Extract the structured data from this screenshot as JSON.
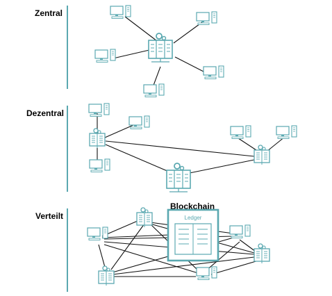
{
  "sections": {
    "central": "Zentral",
    "decentral": "Dezentral",
    "distributed": "Verteilt"
  },
  "blockchain": {
    "title": "Blockchain",
    "ledger": "Ledger"
  },
  "colors": {
    "accent": "#5aa8b0",
    "line": "#111111"
  },
  "icons": [
    "computer-icon",
    "server-icon",
    "gear-icon"
  ]
}
